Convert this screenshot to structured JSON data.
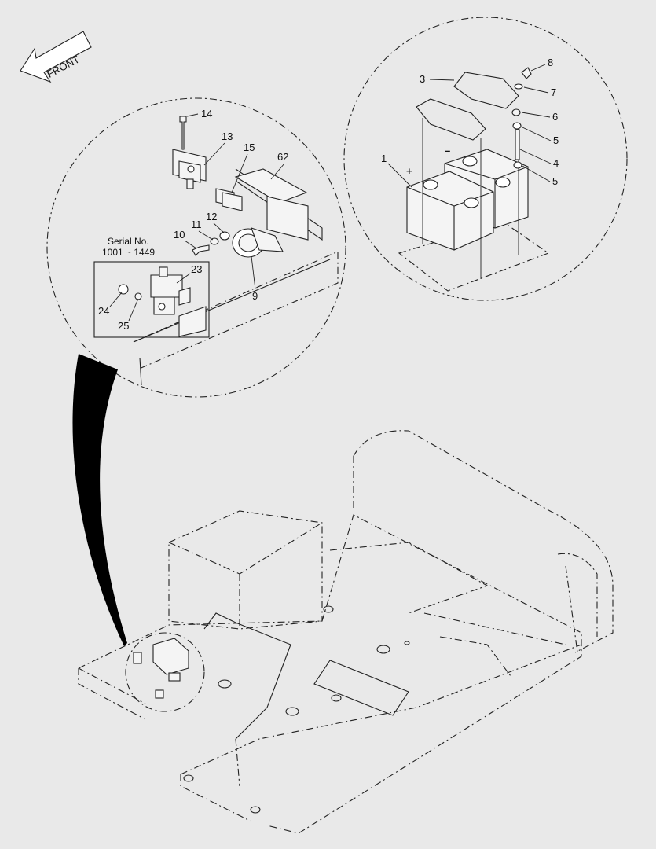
{
  "diagram": {
    "front_label": "FRONT",
    "serial_text_1": "Serial No.",
    "serial_text_2": "1001 ~ 1449",
    "callouts_left": [
      "14",
      "13",
      "15",
      "62",
      "12",
      "11",
      "10",
      "9",
      "23",
      "24",
      "25"
    ],
    "callouts_right": [
      "8",
      "3",
      "7",
      "6",
      "5",
      "4",
      "5",
      "1"
    ],
    "battery_plus": "+",
    "battery_minus": "–"
  }
}
